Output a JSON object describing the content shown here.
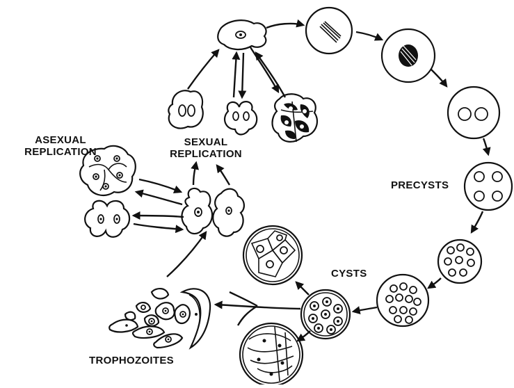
{
  "labels": {
    "asexual_replication": [
      "ASEXUAL",
      "REPLICATION"
    ],
    "sexual_replication": [
      "SEXUAL",
      "REPLICATION"
    ],
    "precysts": "PRECYSTS",
    "cysts": "CYSTS",
    "trophozoites": "TROPHOZOITES"
  }
}
